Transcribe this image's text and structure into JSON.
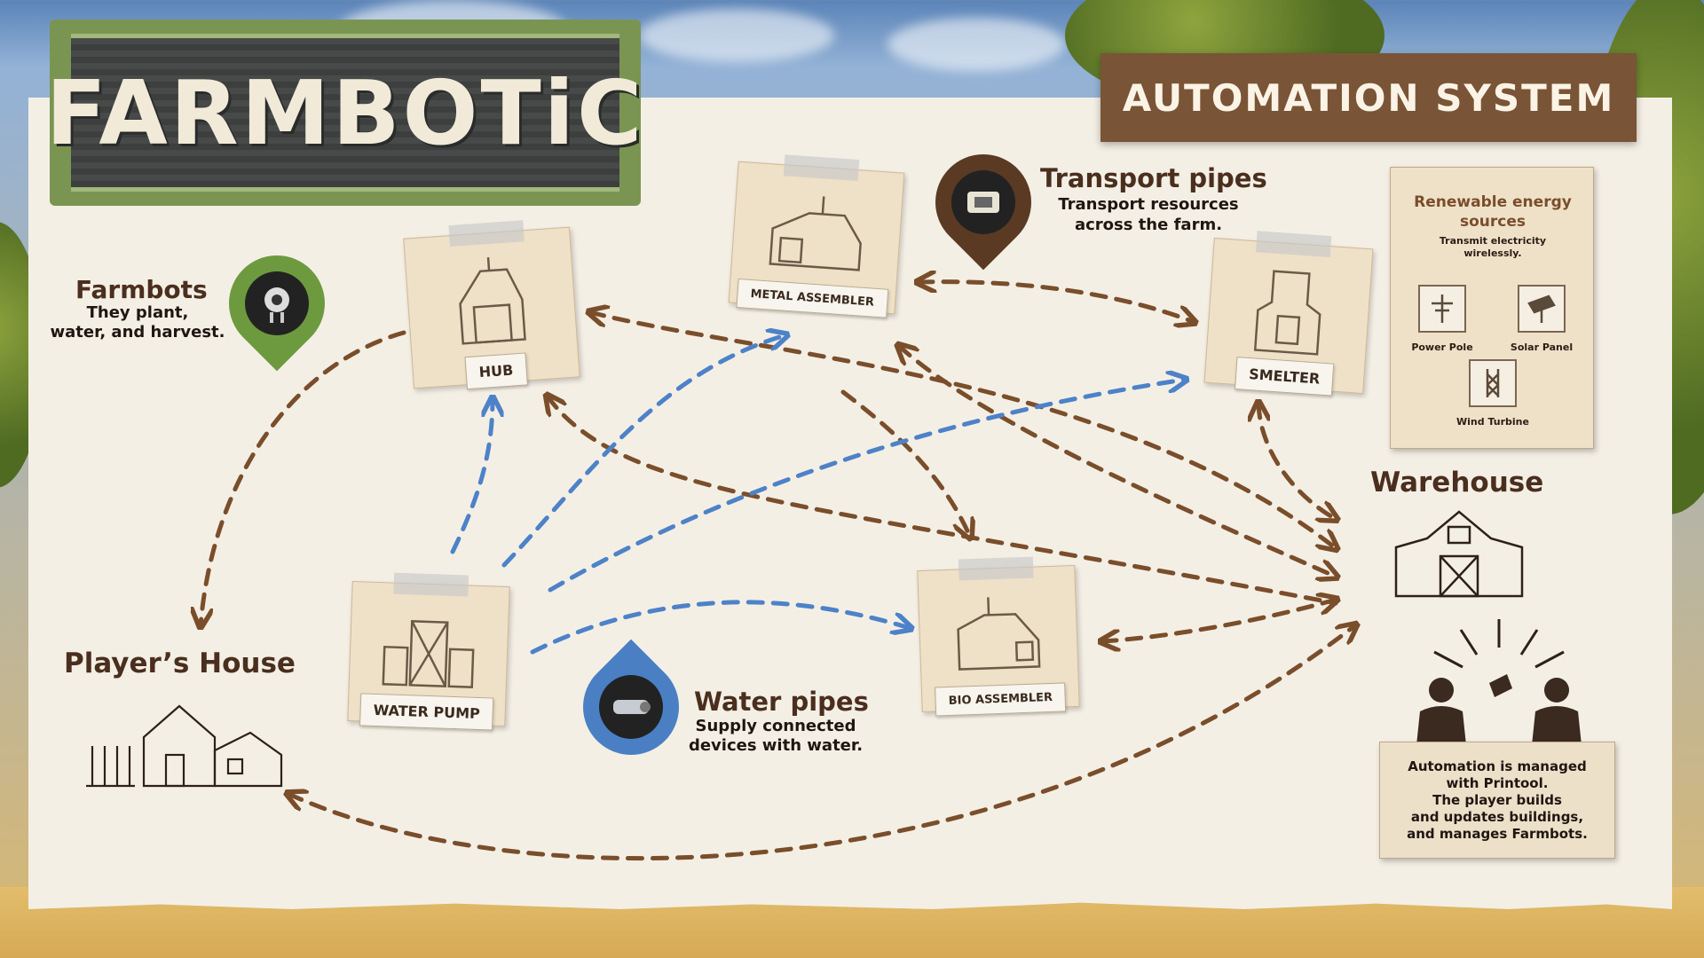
{
  "logo": {
    "text": "FARMBOTiC"
  },
  "title": "AUTOMATION SYSTEM",
  "cards": {
    "hub": "HUB",
    "metal_assembler": "METAL ASSEMBLER",
    "smelter": "SMELTER",
    "water_pump": "WATER PUMP",
    "bio_assembler": "BIO ASSEMBLER"
  },
  "farmbots": {
    "title": "Farmbots",
    "desc_1": "They plant,",
    "desc_2": "water, and harvest."
  },
  "transport_pipes": {
    "title": "Transport pipes",
    "desc_1": "Transport resources",
    "desc_2": "across the farm."
  },
  "water_pipes": {
    "title": "Water pipes",
    "desc_1": "Supply connected",
    "desc_2": "devices with water."
  },
  "players_house": {
    "title": "Player’s House"
  },
  "warehouse": {
    "title": "Warehouse"
  },
  "energy": {
    "title_1": "Renewable energy",
    "title_2": "sources",
    "sub_1": "Transmit electricity",
    "sub_2": "wirelessly.",
    "items": [
      "Power Pole",
      "Solar Panel",
      "Wind Turbine"
    ]
  },
  "printool": {
    "lines": [
      "Automation is managed",
      "with Printool.",
      "The player builds",
      "and updates buildings,",
      "and manages Farmbots."
    ]
  },
  "colors": {
    "transport": "#7a4e2b",
    "water": "#4d82c8",
    "farmbot_pin": "#6d9a3f",
    "transport_pin": "#5a3a22",
    "water_pin": "#4a7fc4"
  }
}
